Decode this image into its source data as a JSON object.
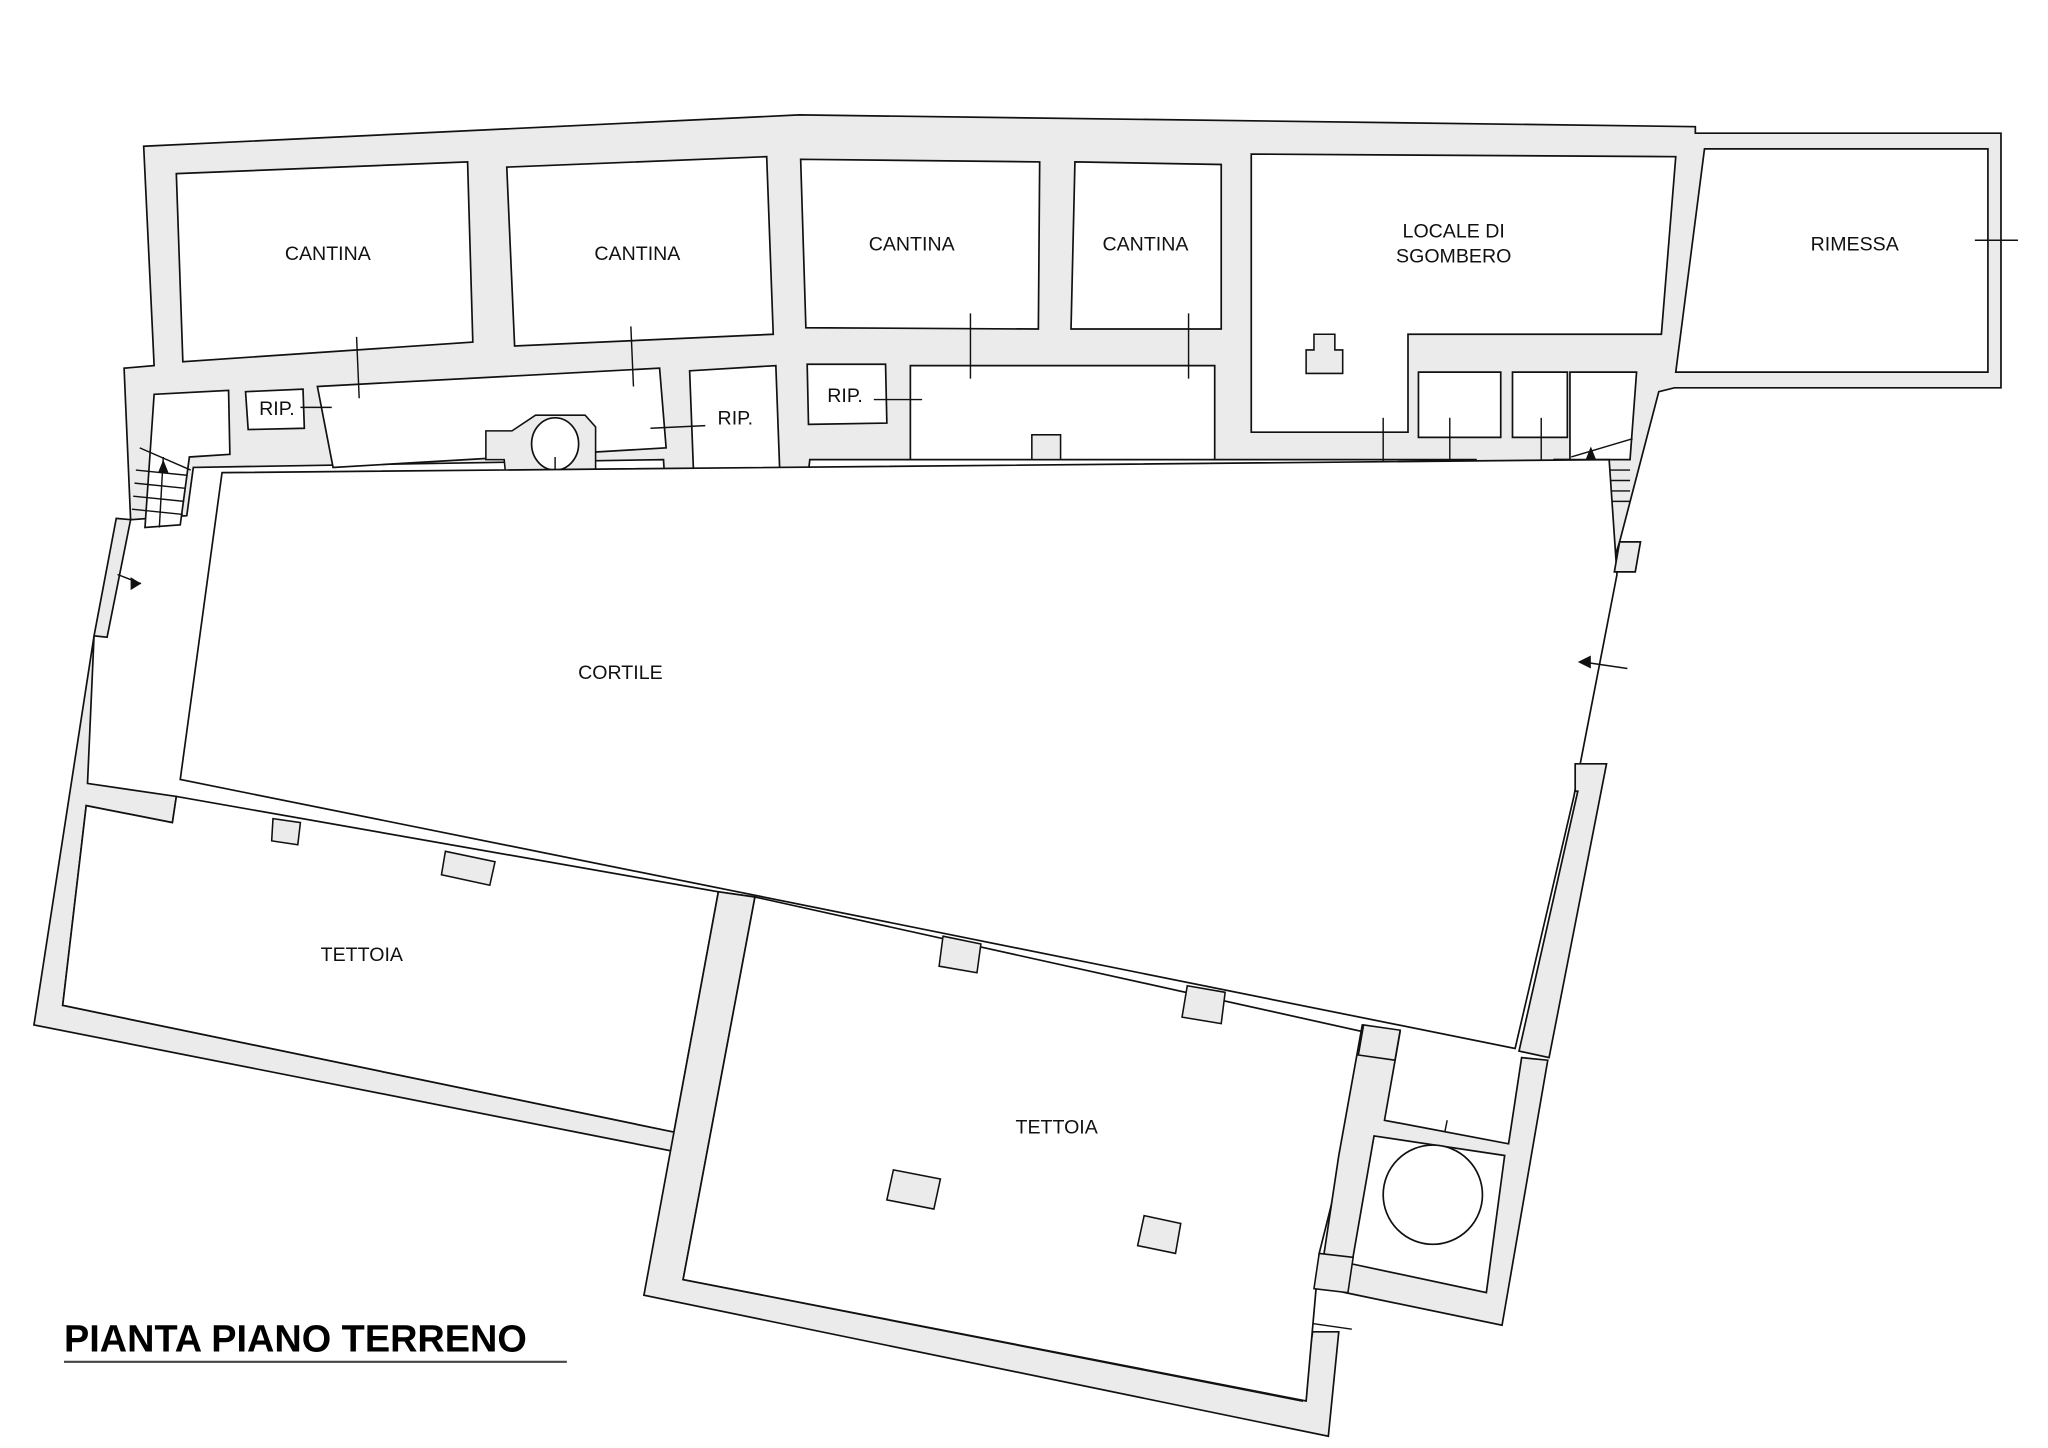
{
  "title": "PIANTA PIANO TERRENO",
  "colors": {
    "wall_fill": "#ebebeb",
    "line": "#111111",
    "background": "#ffffff"
  },
  "rooms": [
    {
      "id": "cantina-1",
      "label": "CANTINA"
    },
    {
      "id": "cantina-2",
      "label": "CANTINA"
    },
    {
      "id": "cantina-3",
      "label": "CANTINA"
    },
    {
      "id": "cantina-4",
      "label": "CANTINA"
    },
    {
      "id": "locale-sgombero",
      "label_line1": "LOCALE DI",
      "label_line2": "SGOMBERO"
    },
    {
      "id": "rimessa",
      "label": "RIMESSA"
    },
    {
      "id": "rip-1",
      "label": "RIP."
    },
    {
      "id": "rip-2",
      "label": "RIP."
    },
    {
      "id": "rip-3",
      "label": "RIP."
    },
    {
      "id": "cortile",
      "label": "CORTILE"
    },
    {
      "id": "tettoia-1",
      "label": "TETTOIA"
    },
    {
      "id": "tettoia-2",
      "label": "TETTOIA"
    }
  ]
}
